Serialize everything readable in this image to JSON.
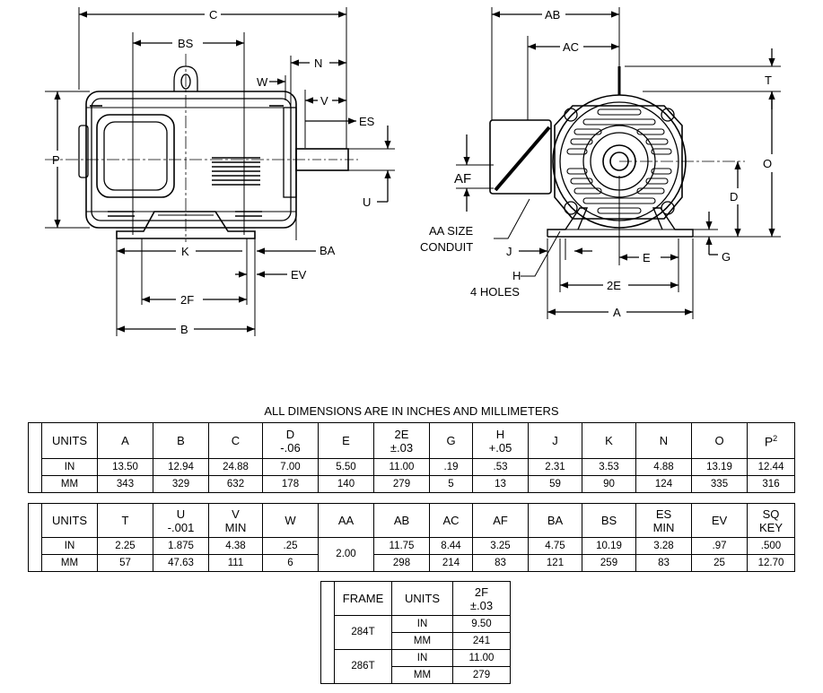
{
  "drawing": {
    "side_labels": {
      "C": "C",
      "BS": "BS",
      "N": "N",
      "W": "W",
      "V": "V",
      "ES": "ES",
      "P": "P",
      "U": "U",
      "K": "K",
      "BA": "BA",
      "EV": "EV",
      "2F": "2F",
      "B": "B"
    },
    "front_labels": {
      "AB": "AB",
      "AC": "AC",
      "T": "T",
      "O": "O",
      "AF": "AF",
      "D": "D",
      "AA_SIZE": "AA SIZE",
      "CONDUIT": "CONDUIT",
      "J": "J",
      "G": "G",
      "E": "E",
      "H": "H",
      "HOLES": "4 HOLES",
      "2E": "2E",
      "A": "A"
    }
  },
  "caption": "ALL DIMENSIONS ARE IN INCHES AND MILLIMETERS",
  "table1": {
    "units_header": "UNITS",
    "headers": [
      {
        "name": "A",
        "sub": ""
      },
      {
        "name": "B",
        "sub": ""
      },
      {
        "name": "C",
        "sub": ""
      },
      {
        "name": "D",
        "sub": "-.06"
      },
      {
        "name": "E",
        "sub": ""
      },
      {
        "name": "2E",
        "sub": "±.03"
      },
      {
        "name": "G",
        "sub": ""
      },
      {
        "name": "H",
        "sub": "+.05"
      },
      {
        "name": "J",
        "sub": ""
      },
      {
        "name": "K",
        "sub": ""
      },
      {
        "name": "N",
        "sub": ""
      },
      {
        "name": "O",
        "sub": ""
      },
      {
        "name": "P",
        "sub": "2"
      }
    ],
    "rows": [
      {
        "unit": "IN",
        "values": [
          "13.50",
          "12.94",
          "24.88",
          "7.00",
          "5.50",
          "11.00",
          ".19",
          ".53",
          "2.31",
          "3.53",
          "4.88",
          "13.19",
          "12.44"
        ]
      },
      {
        "unit": "MM",
        "values": [
          "343",
          "329",
          "632",
          "178",
          "140",
          "279",
          "5",
          "13",
          "59",
          "90",
          "124",
          "335",
          "316"
        ]
      }
    ]
  },
  "table2": {
    "units_header": "UNITS",
    "headers": [
      {
        "name": "T",
        "sub": ""
      },
      {
        "name": "U",
        "sub": "-.001"
      },
      {
        "name": "V",
        "sub": "MIN"
      },
      {
        "name": "W",
        "sub": ""
      },
      {
        "name": "AA",
        "sub": ""
      },
      {
        "name": "AB",
        "sub": ""
      },
      {
        "name": "AC",
        "sub": ""
      },
      {
        "name": "AF",
        "sub": ""
      },
      {
        "name": "BA",
        "sub": ""
      },
      {
        "name": "BS",
        "sub": ""
      },
      {
        "name": "ES",
        "sub": "MIN"
      },
      {
        "name": "EV",
        "sub": ""
      },
      {
        "name": "SQ",
        "sub": "KEY"
      }
    ],
    "aa_value": "2.00",
    "rows": [
      {
        "unit": "IN",
        "values": [
          "2.25",
          "1.875",
          "4.38",
          ".25",
          "11.75",
          "8.44",
          "3.25",
          "4.75",
          "10.19",
          "3.28",
          ".97",
          ".500"
        ]
      },
      {
        "unit": "MM",
        "values": [
          "57",
          "47.63",
          "111",
          "6",
          "298",
          "214",
          "83",
          "121",
          "259",
          "83",
          "25",
          "12.70"
        ]
      }
    ]
  },
  "table3": {
    "headers": {
      "frame": "FRAME",
      "units": "UNITS",
      "f2": "2F",
      "f2_sub": "±.03"
    },
    "frames": [
      {
        "frame": "284T",
        "rows": [
          {
            "unit": "IN",
            "value": "9.50"
          },
          {
            "unit": "MM",
            "value": "241"
          }
        ]
      },
      {
        "frame": "286T",
        "rows": [
          {
            "unit": "IN",
            "value": "11.00"
          },
          {
            "unit": "MM",
            "value": "279"
          }
        ]
      }
    ]
  }
}
